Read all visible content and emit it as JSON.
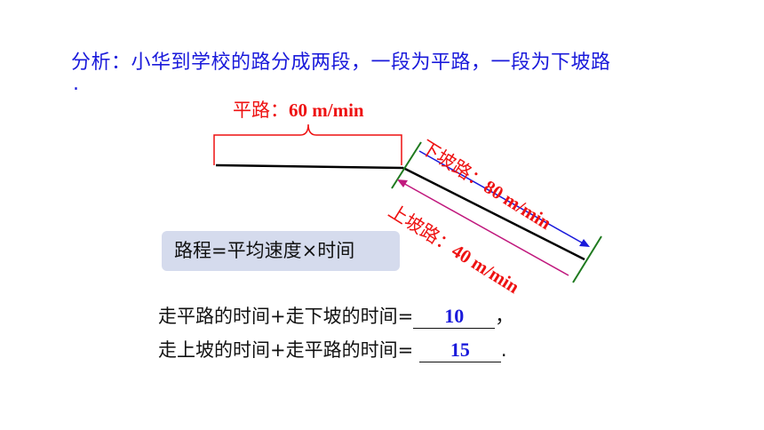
{
  "analysis": {
    "text": "分析：小华到学校的路分成两段，一段为平路，一段为下坡路",
    "dot": "."
  },
  "diagram": {
    "flat_label_cn": "平路：",
    "flat_label_speed": "60 m/min",
    "down_label_cn": "下坡路：",
    "down_label_speed": "80 m/min",
    "up_label_cn": "上坡路：",
    "up_label_speed": "40 m/min",
    "colors": {
      "label": "#ee1111",
      "down_arrow": "#1a1adb",
      "up_arrow": "#c0187d",
      "tick": "#1f7a1f"
    }
  },
  "formula": "路程=平均速度×时间",
  "equations": [
    {
      "left": "走平路的时间+走下坡的时间=",
      "answer": "10",
      "end": "，"
    },
    {
      "left": "走上坡的时间+走平路的时间= ",
      "answer": "15",
      "end": "."
    }
  ]
}
